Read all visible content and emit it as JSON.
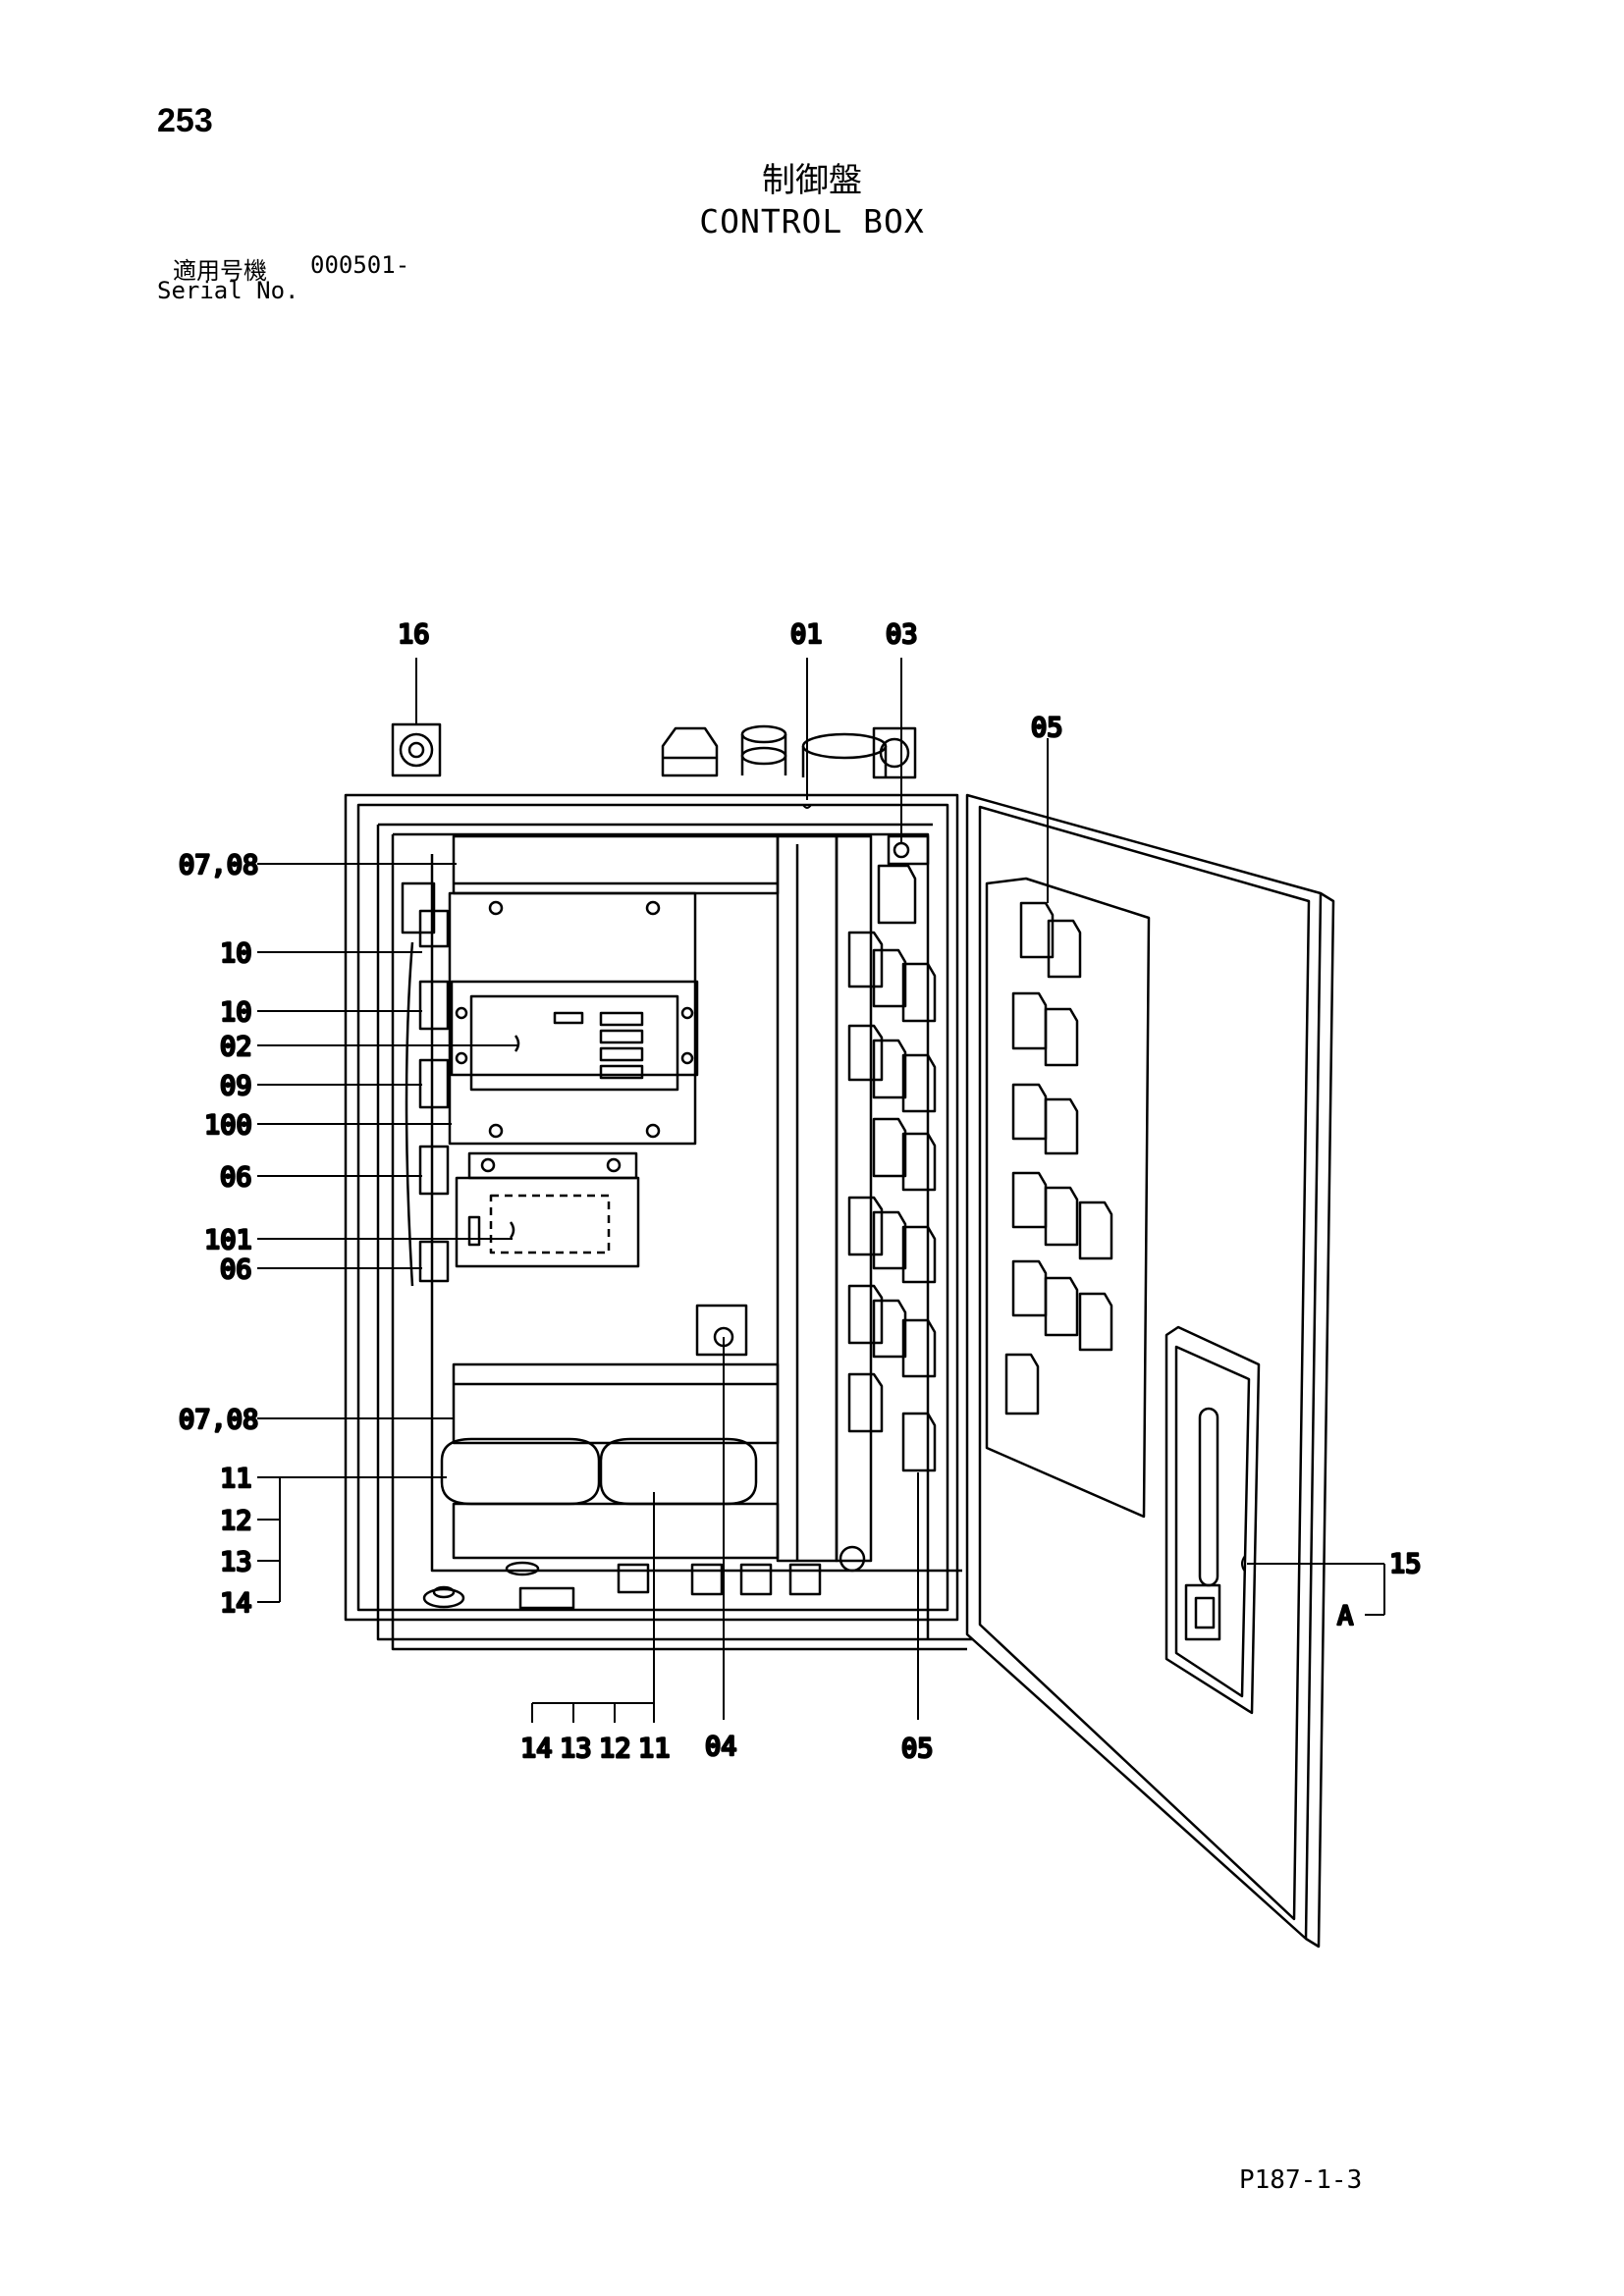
{
  "page": {
    "number": "253",
    "title_jp": "制御盤",
    "title_en": "CONTROL BOX",
    "serial_label_jp": "適用号機",
    "serial_value": "000501-",
    "serial_label_en": "Serial No.",
    "footer_code": "P187-1-3"
  },
  "callouts": {
    "c16": "16",
    "c01": "01",
    "c03": "03",
    "c05_top": "05",
    "c0708_top": "07,08",
    "c10_a": "10",
    "c10_b": "10",
    "c02": "02",
    "c09": "09",
    "c100": "100",
    "c06_a": "06",
    "c101": "101",
    "c06_b": "06",
    "c0708_bot": "07,08",
    "c11_left": "11",
    "c12_left": "12",
    "c13_left": "13",
    "c14_left": "14",
    "c15": "15",
    "cA": "A",
    "c14_bot": "14",
    "c13_bot": "13",
    "c12_bot": "12",
    "c11_bot": "11",
    "c04": "04",
    "c05_bot": "05"
  }
}
